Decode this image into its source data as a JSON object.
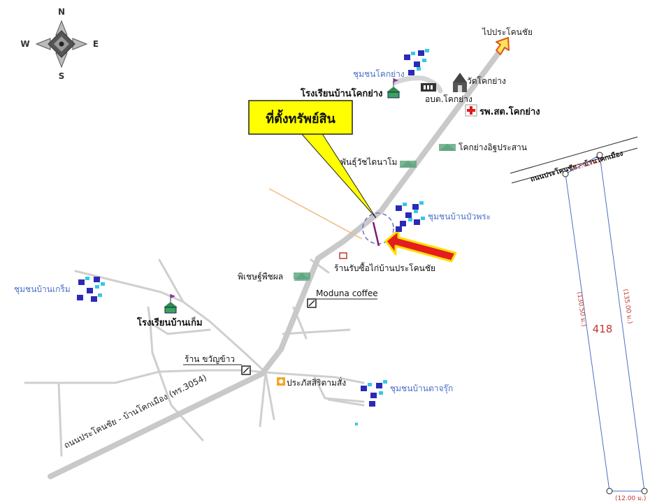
{
  "compass": {
    "n": "N",
    "s": "S",
    "e": "E",
    "w": "W"
  },
  "callout": {
    "text": "ที่ตั้งทรัพย์สิน",
    "bg": "#ffff00"
  },
  "roads": {
    "main": "ถนนประโคนชัย - บ้านโคกเมือง (ทร.3054)",
    "to_destination": "ไปประโคนชัย"
  },
  "places": [
    {
      "id": "community-khok-yang",
      "text": "ชุมชนโคกย่าง",
      "style": "blue"
    },
    {
      "id": "school-khok-yang",
      "text": "โรงเรียนบ้านโคกย่าง",
      "style": "bold"
    },
    {
      "id": "wat-khok-yang",
      "text": "วัดโคกย่าง",
      "style": "plain"
    },
    {
      "id": "obt-khok-yang",
      "text": "อบต.โคกย่าง",
      "style": "plain"
    },
    {
      "id": "hospital-khok-yang",
      "text": "รพ.สต.โคกย่าง",
      "style": "bold"
    },
    {
      "id": "khok-yang-isan",
      "text": "โคกย่างอิฐประสาน",
      "style": "plain"
    },
    {
      "id": "rice-seed",
      "text": "พันธุ์วัชไดนาโม",
      "style": "plain"
    },
    {
      "id": "community-bua-phra",
      "text": "ชุมชนบ้านบัวพระ",
      "style": "blue"
    },
    {
      "id": "chicken-shop",
      "text": "ร้านรับซื้อไก่บ้านประโคนชัย",
      "style": "plain"
    },
    {
      "id": "pichet",
      "text": "พิเชษฐ์พืชผล",
      "style": "plain"
    },
    {
      "id": "moduna",
      "text": "Moduna coffee",
      "style": "plain"
    },
    {
      "id": "community-krem",
      "text": "ชุมชนบ้านเกร็ม",
      "style": "blue"
    },
    {
      "id": "school-krem",
      "text": "โรงเรียนบ้านเก็ม",
      "style": "bold"
    },
    {
      "id": "shop-khwan",
      "text": "ร้าน ขวัญข้าว",
      "style": "plain"
    },
    {
      "id": "prakhasit",
      "text": "ประภัสสิริตามสั่ง",
      "style": "plain"
    },
    {
      "id": "community-ta-chuk",
      "text": "ชุมชนบ้านตาจรุ๊ก",
      "style": "blue"
    }
  ],
  "plot": {
    "road_label": "ถนนประโคนชัย - บ้านโคกเมือง",
    "front_width": "(12.00 ม.)",
    "back_width": "(12.00 ม.)",
    "left_length": "(130.50 ม.)",
    "right_length": "(135.00 ม.)",
    "number": "418",
    "line_color": "#4a6fc9",
    "dim_color": "#c0392b"
  }
}
